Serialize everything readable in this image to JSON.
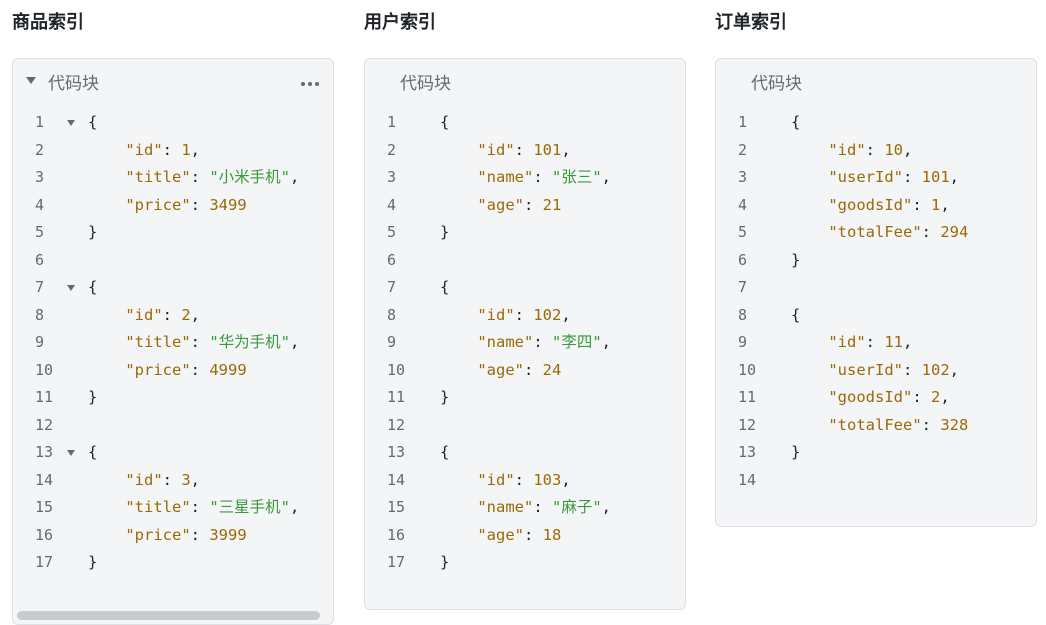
{
  "panels": [
    {
      "heading": "商品索引",
      "card_title": "代码块",
      "collapsible": true,
      "has_more_menu": true,
      "has_scrollbar": true,
      "lines": [
        {
          "n": "1",
          "fold": true,
          "indent": 0,
          "tokens": [
            [
              "p",
              "{"
            ]
          ]
        },
        {
          "n": "2",
          "indent": 1,
          "tokens": [
            [
              "k",
              "\"id\""
            ],
            [
              "p",
              ": "
            ],
            [
              "n",
              "1"
            ],
            [
              "p",
              ","
            ]
          ]
        },
        {
          "n": "3",
          "indent": 1,
          "tokens": [
            [
              "k",
              "\"title\""
            ],
            [
              "p",
              ": "
            ],
            [
              "s",
              "\"小米手机\""
            ],
            [
              "p",
              ","
            ]
          ]
        },
        {
          "n": "4",
          "indent": 1,
          "tokens": [
            [
              "k",
              "\"price\""
            ],
            [
              "p",
              ": "
            ],
            [
              "n",
              "3499"
            ]
          ]
        },
        {
          "n": "5",
          "indent": 0,
          "tokens": [
            [
              "p",
              "}"
            ]
          ]
        },
        {
          "n": "6",
          "indent": 0,
          "tokens": []
        },
        {
          "n": "7",
          "fold": true,
          "indent": 0,
          "tokens": [
            [
              "p",
              "{"
            ]
          ]
        },
        {
          "n": "8",
          "indent": 1,
          "tokens": [
            [
              "k",
              "\"id\""
            ],
            [
              "p",
              ": "
            ],
            [
              "n",
              "2"
            ],
            [
              "p",
              ","
            ]
          ]
        },
        {
          "n": "9",
          "indent": 1,
          "tokens": [
            [
              "k",
              "\"title\""
            ],
            [
              "p",
              ": "
            ],
            [
              "s",
              "\"华为手机\""
            ],
            [
              "p",
              ","
            ]
          ]
        },
        {
          "n": "10",
          "indent": 1,
          "tokens": [
            [
              "k",
              "\"price\""
            ],
            [
              "p",
              ": "
            ],
            [
              "n",
              "4999"
            ]
          ]
        },
        {
          "n": "11",
          "indent": 0,
          "tokens": [
            [
              "p",
              "}"
            ]
          ]
        },
        {
          "n": "12",
          "indent": 0,
          "tokens": []
        },
        {
          "n": "13",
          "fold": true,
          "indent": 0,
          "tokens": [
            [
              "p",
              "{"
            ]
          ]
        },
        {
          "n": "14",
          "indent": 1,
          "tokens": [
            [
              "k",
              "\"id\""
            ],
            [
              "p",
              ": "
            ],
            [
              "n",
              "3"
            ],
            [
              "p",
              ","
            ]
          ]
        },
        {
          "n": "15",
          "indent": 1,
          "tokens": [
            [
              "k",
              "\"title\""
            ],
            [
              "p",
              ": "
            ],
            [
              "s",
              "\"三星手机\""
            ],
            [
              "p",
              ","
            ]
          ]
        },
        {
          "n": "16",
          "indent": 1,
          "tokens": [
            [
              "k",
              "\"price\""
            ],
            [
              "p",
              ": "
            ],
            [
              "n",
              "3999"
            ]
          ]
        },
        {
          "n": "17",
          "indent": 0,
          "tokens": [
            [
              "p",
              "}"
            ]
          ]
        }
      ]
    },
    {
      "heading": "用户索引",
      "card_title": "代码块",
      "collapsible": false,
      "has_more_menu": false,
      "has_scrollbar": false,
      "lines": [
        {
          "n": "1",
          "indent": 0,
          "tokens": [
            [
              "p",
              "{"
            ]
          ]
        },
        {
          "n": "2",
          "indent": 1,
          "tokens": [
            [
              "k",
              "\"id\""
            ],
            [
              "p",
              ": "
            ],
            [
              "n",
              "101"
            ],
            [
              "p",
              ","
            ]
          ]
        },
        {
          "n": "3",
          "indent": 1,
          "tokens": [
            [
              "k",
              "\"name\""
            ],
            [
              "p",
              ": "
            ],
            [
              "s",
              "\"张三\""
            ],
            [
              "p",
              ","
            ]
          ]
        },
        {
          "n": "4",
          "indent": 1,
          "tokens": [
            [
              "k",
              "\"age\""
            ],
            [
              "p",
              ": "
            ],
            [
              "n",
              "21"
            ]
          ]
        },
        {
          "n": "5",
          "indent": 0,
          "tokens": [
            [
              "p",
              "}"
            ]
          ]
        },
        {
          "n": "6",
          "indent": 0,
          "tokens": []
        },
        {
          "n": "7",
          "indent": 0,
          "tokens": [
            [
              "p",
              "{"
            ]
          ]
        },
        {
          "n": "8",
          "indent": 1,
          "tokens": [
            [
              "k",
              "\"id\""
            ],
            [
              "p",
              ": "
            ],
            [
              "n",
              "102"
            ],
            [
              "p",
              ","
            ]
          ]
        },
        {
          "n": "9",
          "indent": 1,
          "tokens": [
            [
              "k",
              "\"name\""
            ],
            [
              "p",
              ": "
            ],
            [
              "s",
              "\"李四\""
            ],
            [
              "p",
              ","
            ]
          ]
        },
        {
          "n": "10",
          "indent": 1,
          "tokens": [
            [
              "k",
              "\"age\""
            ],
            [
              "p",
              ": "
            ],
            [
              "n",
              "24"
            ]
          ]
        },
        {
          "n": "11",
          "indent": 0,
          "tokens": [
            [
              "p",
              "}"
            ]
          ]
        },
        {
          "n": "12",
          "indent": 0,
          "tokens": []
        },
        {
          "n": "13",
          "indent": 0,
          "tokens": [
            [
              "p",
              "{"
            ]
          ]
        },
        {
          "n": "14",
          "indent": 1,
          "tokens": [
            [
              "k",
              "\"id\""
            ],
            [
              "p",
              ": "
            ],
            [
              "n",
              "103"
            ],
            [
              "p",
              ","
            ]
          ]
        },
        {
          "n": "15",
          "indent": 1,
          "tokens": [
            [
              "k",
              "\"name\""
            ],
            [
              "p",
              ": "
            ],
            [
              "s",
              "\"麻子\""
            ],
            [
              "p",
              ","
            ]
          ]
        },
        {
          "n": "16",
          "indent": 1,
          "tokens": [
            [
              "k",
              "\"age\""
            ],
            [
              "p",
              ": "
            ],
            [
              "n",
              "18"
            ]
          ]
        },
        {
          "n": "17",
          "indent": 0,
          "tokens": [
            [
              "p",
              "}"
            ]
          ]
        }
      ]
    },
    {
      "heading": "订单索引",
      "card_title": "代码块",
      "collapsible": false,
      "has_more_menu": false,
      "has_scrollbar": false,
      "lines": [
        {
          "n": "1",
          "indent": 0,
          "tokens": [
            [
              "p",
              "{"
            ]
          ]
        },
        {
          "n": "2",
          "indent": 1,
          "tokens": [
            [
              "k",
              "\"id\""
            ],
            [
              "p",
              ": "
            ],
            [
              "n",
              "10"
            ],
            [
              "p",
              ","
            ]
          ]
        },
        {
          "n": "3",
          "indent": 1,
          "tokens": [
            [
              "k",
              "\"userId\""
            ],
            [
              "p",
              ": "
            ],
            [
              "n",
              "101"
            ],
            [
              "p",
              ","
            ]
          ]
        },
        {
          "n": "4",
          "indent": 1,
          "tokens": [
            [
              "k",
              "\"goodsId\""
            ],
            [
              "p",
              ": "
            ],
            [
              "n",
              "1"
            ],
            [
              "p",
              ","
            ]
          ]
        },
        {
          "n": "5",
          "indent": 1,
          "tokens": [
            [
              "k",
              "\"totalFee\""
            ],
            [
              "p",
              ": "
            ],
            [
              "n",
              "294"
            ]
          ]
        },
        {
          "n": "6",
          "indent": 0,
          "tokens": [
            [
              "p",
              "}"
            ]
          ]
        },
        {
          "n": "7",
          "indent": 0,
          "tokens": []
        },
        {
          "n": "8",
          "indent": 0,
          "tokens": [
            [
              "p",
              "{"
            ]
          ]
        },
        {
          "n": "9",
          "indent": 1,
          "tokens": [
            [
              "k",
              "\"id\""
            ],
            [
              "p",
              ": "
            ],
            [
              "n",
              "11"
            ],
            [
              "p",
              ","
            ]
          ]
        },
        {
          "n": "10",
          "indent": 1,
          "tokens": [
            [
              "k",
              "\"userId\""
            ],
            [
              "p",
              ": "
            ],
            [
              "n",
              "102"
            ],
            [
              "p",
              ","
            ]
          ]
        },
        {
          "n": "11",
          "indent": 1,
          "tokens": [
            [
              "k",
              "\"goodsId\""
            ],
            [
              "p",
              ": "
            ],
            [
              "n",
              "2"
            ],
            [
              "p",
              ","
            ]
          ]
        },
        {
          "n": "12",
          "indent": 1,
          "tokens": [
            [
              "k",
              "\"totalFee\""
            ],
            [
              "p",
              ": "
            ],
            [
              "n",
              "328"
            ]
          ]
        },
        {
          "n": "13",
          "indent": 0,
          "tokens": [
            [
              "p",
              "}"
            ]
          ]
        },
        {
          "n": "14",
          "indent": 0,
          "tokens": []
        }
      ]
    }
  ],
  "colors": {
    "key": "#9a6a06",
    "number": "#9a6a06",
    "string": "#3a9a3a",
    "punctuation": "#1f2329",
    "card_bg": "#f4f5f7"
  },
  "icons": {
    "collapse": "caret-down-icon",
    "more": "more-horizontal-icon",
    "fold": "fold-caret-icon"
  }
}
